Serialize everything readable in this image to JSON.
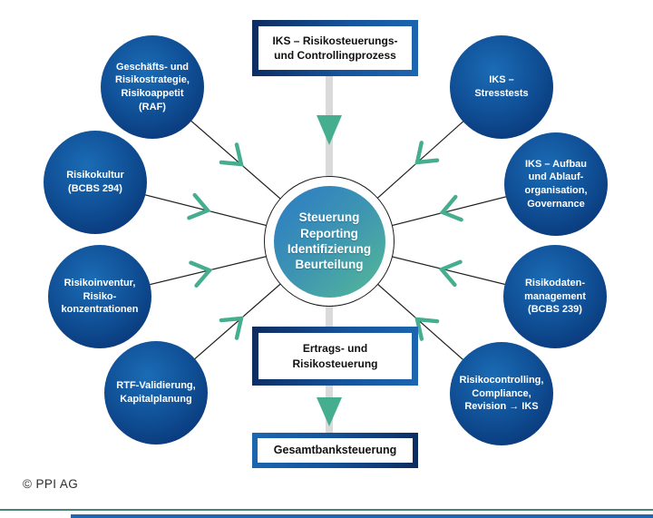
{
  "header_box": {
    "label": "IKS – Risikosteuerungs-\nund Controllingprozess"
  },
  "center_circle": {
    "label": "Steuerung\nReporting\nIdentifizierung\nBeurteilung"
  },
  "nodes": [
    {
      "label": "Geschäfts- und\nRisikostrategie,\nRisikoappetit\n(RAF)"
    },
    {
      "label": "Risikokultur\n(BCBS 294)"
    },
    {
      "label": "Risikoinventur,\nRisiko-\nkonzentrationen"
    },
    {
      "label": "RTF-Validierung,\nKapitalplanung"
    },
    {
      "label": "IKS –\nStresstests"
    },
    {
      "label": "IKS – Aufbau\nund Ablauf-\norganisation,\nGovernance"
    },
    {
      "label": "Risikodaten-\nmanagement\n(BCBS 239)"
    },
    {
      "label": "Risikocontrolling,\nCompliance,\nRevision → IKS"
    }
  ],
  "flow_boxes": {
    "ertrags": {
      "label": "Ertrags- und\nRisikosteuerung"
    },
    "gesamtbank": {
      "label": "Gesamtbanksteuerung"
    }
  },
  "footer": {
    "copyright": "© PPI AG"
  },
  "colors": {
    "node_blue_dark": "#0a3a7c",
    "node_blue_light": "#1b6cb5",
    "center_gradient_blue": "#2e7fc2",
    "center_gradient_teal": "#52b699",
    "accent_teal": "#45ae8e",
    "connector_line": "#1f1f1f",
    "flow_bar_gray": "#dadada",
    "box_border_dark": "#0d2b5e",
    "box_border_light": "#1c67b0",
    "bottom_line_teal": "#47837c",
    "bottom_bar_blue": "#1d67b0"
  }
}
